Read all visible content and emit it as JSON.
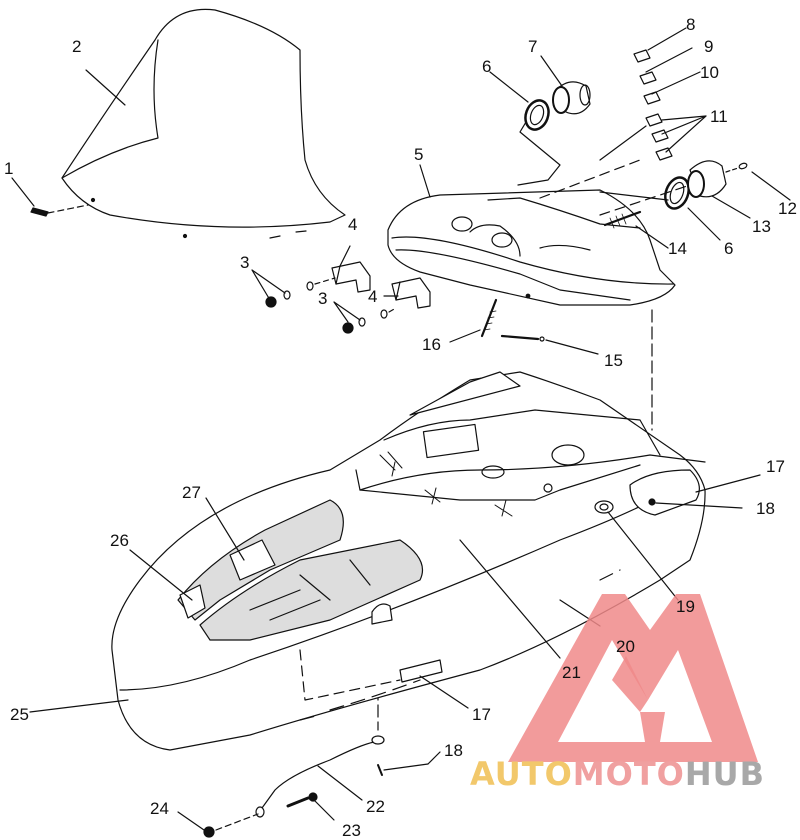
{
  "callouts": {
    "c1": "1",
    "c2": "2",
    "c3a": "3",
    "c3b": "3",
    "c4a": "4",
    "c4b": "4",
    "c5": "5",
    "c6a": "6",
    "c6b": "6",
    "c7": "7",
    "c8": "8",
    "c9": "9",
    "c10": "10",
    "c11": "11",
    "c12": "12",
    "c13": "13",
    "c14": "14",
    "c15": "15",
    "c16": "16",
    "c17a": "17",
    "c17b": "17",
    "c18a": "18",
    "c18b": "18",
    "c19": "19",
    "c20": "20",
    "c21": "21",
    "c22": "22",
    "c23": "23",
    "c24": "24",
    "c25": "25",
    "c26": "26",
    "c27": "27"
  },
  "watermark": {
    "part1": "AUTO",
    "part2": "MOTO",
    "part3": "HUB",
    "color1": "#f2c86b",
    "color2": "#f0a0a0",
    "color3": "#a8a8a8",
    "logo_color": "#f08a8a"
  },
  "colors": {
    "line": "#111111",
    "fill": "#ffffff",
    "shade": "#d9d9d9"
  }
}
